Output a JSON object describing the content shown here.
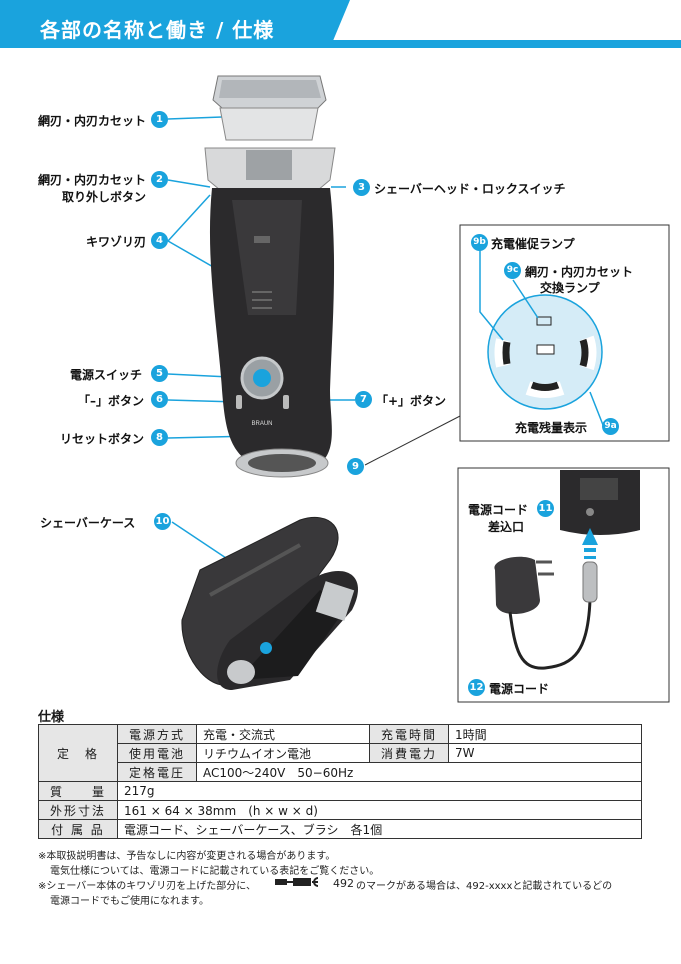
{
  "header": {
    "title": "各部の名称と働き / 仕様"
  },
  "parts": [
    {
      "num": "1",
      "label": "網刃・内刃カセット"
    },
    {
      "num": "2",
      "label": "網刃・内刃カセット",
      "label2": "取り外しボタン"
    },
    {
      "num": "3",
      "label": "シェーバーヘッド・ロックスイッチ"
    },
    {
      "num": "4",
      "label": "キワゾリ刃"
    },
    {
      "num": "5",
      "label": "電源スイッチ"
    },
    {
      "num": "6",
      "label": "「–」ボタン"
    },
    {
      "num": "7",
      "label": "「+」ボタン"
    },
    {
      "num": "8",
      "label": "リセットボタン"
    },
    {
      "num": "9",
      "label": ""
    },
    {
      "num": "10",
      "label": "シェーバーケース"
    },
    {
      "num": "11",
      "label": "電源コード",
      "label2": "差込口"
    },
    {
      "num": "12",
      "label": "電源コード"
    }
  ],
  "inset": {
    "items": [
      {
        "num": "9b",
        "label": "充電催促ランプ"
      },
      {
        "num": "9c",
        "label": "網刃・内刃カセット",
        "label2": "交換ランプ"
      },
      {
        "num": "9a",
        "label": "充電残量表示"
      }
    ]
  },
  "brand": "BRAUN",
  "spec": {
    "title": "仕様",
    "rated_label": "定　格",
    "rows": [
      {
        "k1": "電源方式",
        "v1": "充電・交流式",
        "k2": "充電時間",
        "v2": "1時間"
      },
      {
        "k1": "使用電池",
        "v1": "リチウムイオン電池",
        "k2": "消費電力",
        "v2": "7W"
      },
      {
        "k1": "定格電圧",
        "v1": "AC100〜240V　50−60Hz"
      }
    ],
    "mass_label": "質　　量",
    "mass_value": "217g",
    "size_label": "外形寸法",
    "size_value": "161 × 64 × 38mm　(h × w × d)",
    "acc_label": "付 属 品",
    "acc_value": "電源コード、シェーバーケース、ブラシ　各1個"
  },
  "notes": {
    "n1": "※本取扱説明書は、予告なしに内容が変更される場合があります。",
    "n2": "電気仕様については、電源コードに記載されている表記をご覧ください。",
    "n3a": "※シェーバー本体のキワゾリ刃を上げた部分に、",
    "n3b": "492",
    "n3c": "のマークがある場合は、492-xxxxと記載されているどの",
    "n4": "電源コードでもご使用になれます。"
  },
  "colors": {
    "accent": "#1aa3dd",
    "body": "#2b2a2c"
  }
}
